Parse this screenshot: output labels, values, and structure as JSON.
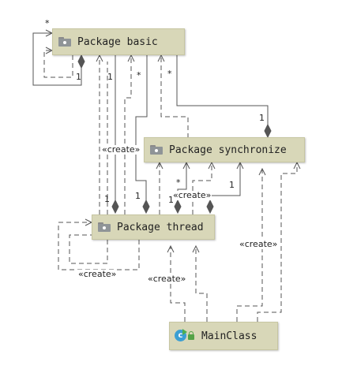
{
  "diagram": {
    "nodes": {
      "package_basic": {
        "label": "Package basic",
        "icon": "package-icon"
      },
      "package_synchronize": {
        "label": "Package synchronize",
        "icon": "package-icon"
      },
      "package_thread": {
        "label": "Package thread",
        "icon": "package-icon"
      },
      "main_class": {
        "label": "MainClass",
        "icon": "class-icon",
        "icon_letter": "c"
      }
    },
    "labels": {
      "basic_self_star": "*",
      "basic_self_one": "1",
      "thread_basic_one": "1",
      "thread_basic_star": "*",
      "sync_basic_star": "*",
      "sync_basic_one": "1",
      "create_thread_basic": "«create»",
      "thread_basic_one_b": "1",
      "thread_basic_one_c": "1",
      "thread_sync_star": "*",
      "thread_sync_one": "1",
      "create_thread_sync": "«create»",
      "thread_sync_one_b": "1",
      "create_thread_self": "«create»",
      "create_main_thread": "«create»",
      "create_main_sync": "«create»"
    },
    "colors": {
      "node_fill": "#d8d7b8",
      "line": "#555555",
      "diamond": "#555555"
    }
  }
}
